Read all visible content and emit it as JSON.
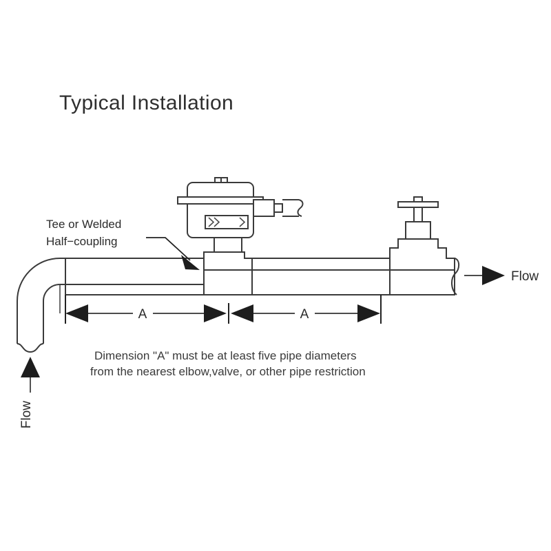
{
  "title": "Typical Installation",
  "labels": {
    "tee_line1": "Tee or Welded",
    "tee_line2": "Half−coupling",
    "dimension_left": "A",
    "dimension_right": "A",
    "flow_outlet": "Flow",
    "flow_inlet": "Flow"
  },
  "caption": {
    "line1": "Dimension \"A\" must be at least five pipe diameters",
    "line2": "from the nearest elbow,valve, or other pipe restriction"
  },
  "colors": {
    "background": "#ffffff",
    "line": "#3a3a3a",
    "thin_line": "#4a4a4a",
    "arrow_fill": "#1d1d1d",
    "text": "#2b2b2b",
    "title_text": "#2e2e2e"
  },
  "components": {
    "transmitter": "flow-transmitter-housing",
    "nameplate": "nameplate-chevrons",
    "conduit": "conduit-connector",
    "cable": "cable-stub",
    "tee": "tee-fitting",
    "valve": "gate-valve",
    "handwheel": "valve-handwheel",
    "elbow": "pipe-elbow-90",
    "break_symbol": "pipe-break-line"
  }
}
